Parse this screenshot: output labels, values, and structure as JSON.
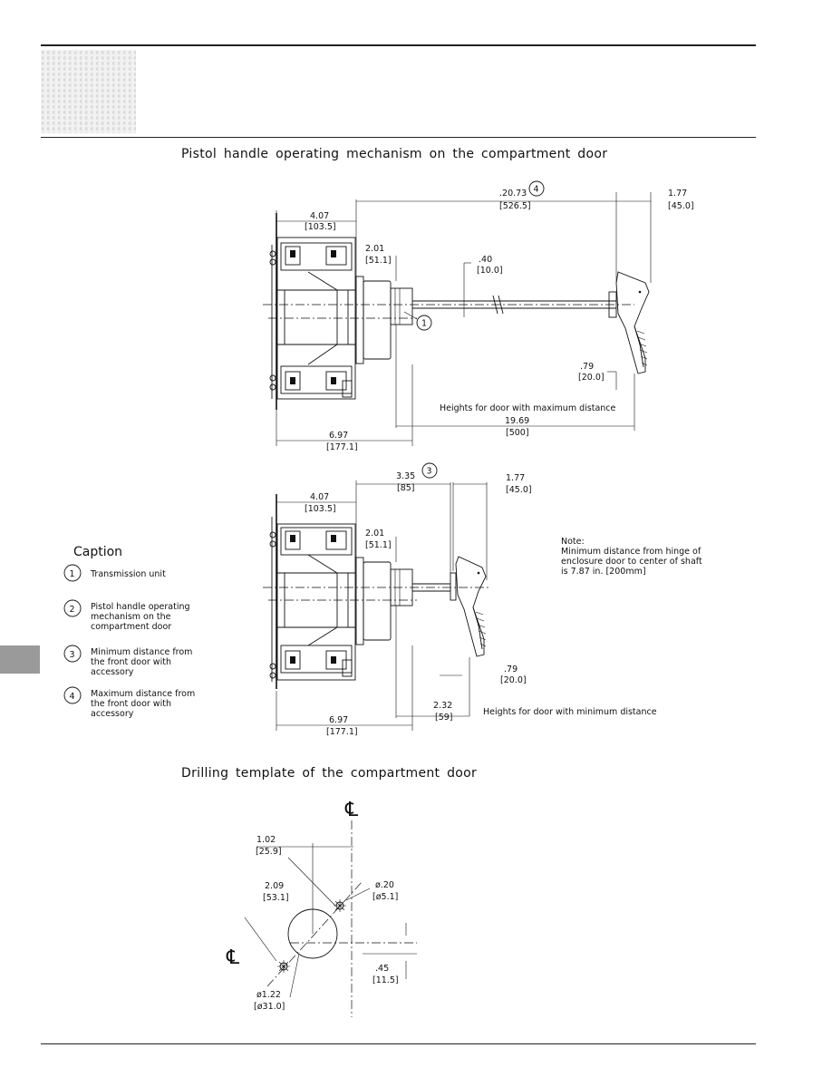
{
  "section_titles": {
    "top": "Pistol handle operating mechanism on the compartment door",
    "bottom": "Drilling template of the compartment door"
  },
  "caption": {
    "title": "Caption",
    "items": [
      {
        "num": "1",
        "lines": [
          "Transmission unit"
        ]
      },
      {
        "num": "2",
        "lines": [
          "Pistol handle operating",
          "mechanism on the",
          "compartment door"
        ]
      },
      {
        "num": "3",
        "lines": [
          "Minimum distance from",
          "the front door with",
          "accessory"
        ]
      },
      {
        "num": "4",
        "lines": [
          "Maximum distance from",
          "the front door with",
          "accessory"
        ]
      }
    ]
  },
  "view_max": {
    "label": "Heights for door with maximum distance",
    "callout_4": "4",
    "callout_1": "1",
    "dims": {
      "d2073": [
        ".20.73",
        "[526.5]"
      ],
      "d177": [
        "1.77",
        "[45.0]"
      ],
      "d407": [
        "4.07",
        "[103.5]"
      ],
      "d201": [
        "2.01",
        "[51.1]"
      ],
      "d040": [
        ".40",
        "[10.0]"
      ],
      "d079": [
        ".79",
        "[20.0]"
      ],
      "d1969": [
        "19.69",
        "[500]"
      ],
      "d697": [
        "6.97",
        "[177.1]"
      ]
    }
  },
  "view_min": {
    "label": "Heights for door with minimum distance",
    "callout_3": "3",
    "dims": {
      "d335": [
        "3.35",
        "[85]"
      ],
      "d177": [
        "1.77",
        "[45.0]"
      ],
      "d407": [
        "4.07",
        "[103.5]"
      ],
      "d201": [
        "2.01",
        "[51.1]"
      ],
      "d079": [
        ".79",
        "[20.0]"
      ],
      "d232": [
        "2.32",
        "[59]"
      ],
      "d697": [
        "6.97",
        "[177.1]"
      ]
    },
    "note": [
      "Note:",
      "Minimum distance from hinge of",
      "enclosure door to center of shaft",
      "is 7.87 in. [200mm]"
    ]
  },
  "template": {
    "cl_symbol": "℄",
    "dims": {
      "d102": [
        "1.02",
        "[25.9]"
      ],
      "d209": [
        "2.09",
        "[53.1]"
      ],
      "d020": [
        "ø.20",
        "[ø5.1]"
      ],
      "d045": [
        ".45",
        "[11.5]"
      ],
      "d122": [
        "ø1.22",
        "[ø31.0]"
      ]
    }
  }
}
